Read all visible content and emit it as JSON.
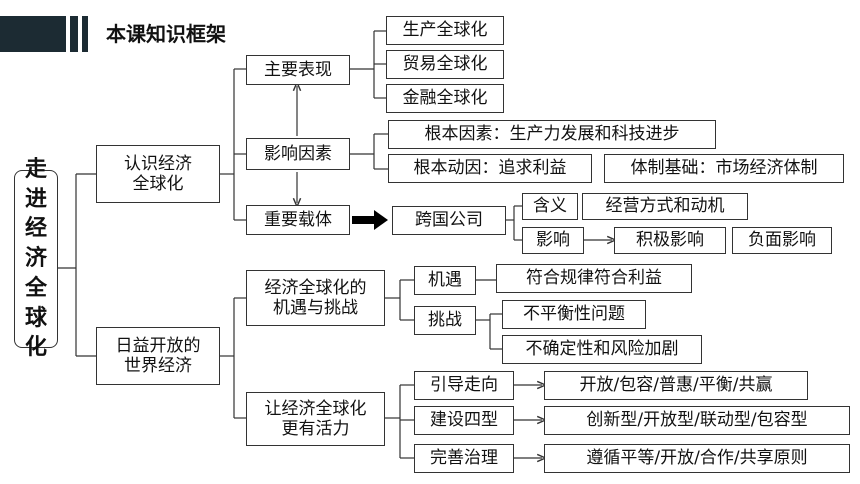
{
  "header": {
    "title": "本课知识框架"
  },
  "root": {
    "chars": [
      "走",
      "进",
      "经",
      "济",
      "全",
      "球",
      "化"
    ]
  },
  "level1": {
    "recognize": "认识经济\n全球化",
    "openworld": "日益开放的\n世界经济"
  },
  "branch_a": {
    "main_performance": "主要表现",
    "items": [
      "生产全球化",
      "贸易全球化",
      "金融全球化"
    ],
    "influence": "影响因素",
    "fundamental_factor": "根本因素：生产力发展和科技进步",
    "fundamental_motive": "根本动因：追求利益",
    "institutional_basis": "体制基础：市场经济体制",
    "carrier": "重要载体",
    "multinational": "跨国公司",
    "meaning": "含义",
    "meaning_value": "经营方式和动机",
    "impact": "影响",
    "positive": "积极影响",
    "negative": "负面影响"
  },
  "branch_b": {
    "opportunity_challenge": "经济全球化的\n机遇与挑战",
    "opportunity": "机遇",
    "opportunity_value": "符合规律符合利益",
    "challenge": "挑战",
    "challenge_1": "不平衡性问题",
    "challenge_2": "不确定性和风险加剧",
    "vitality": "让经济全球化\n更有活力",
    "guide": "引导走向",
    "guide_value": "开放/包容/普惠/平衡/共赢",
    "build": "建设四型",
    "build_value": "创新型/开放型/联动型/包容型",
    "govern": "完善治理",
    "govern_value": "遵循平等/开放/合作/共享原则"
  }
}
